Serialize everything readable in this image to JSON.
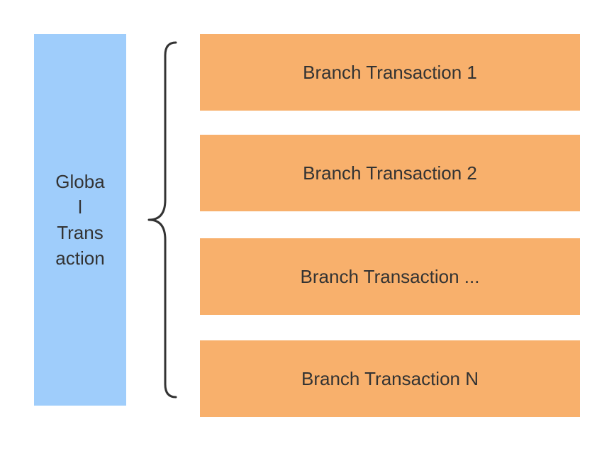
{
  "global_transaction": {
    "lines": [
      "Globa",
      "l",
      "Trans",
      "action"
    ]
  },
  "branch_transactions": [
    {
      "label": "Branch Transaction 1"
    },
    {
      "label": "Branch Transaction 2"
    },
    {
      "label": "Branch Transaction ..."
    },
    {
      "label": "Branch Transaction N"
    }
  ],
  "colors": {
    "global_fill": "#9fcdfb",
    "branch_fill": "#f8b06c",
    "text": "#333333",
    "brace": "#333333"
  },
  "icons": {
    "brace": "curly-brace-icon"
  }
}
